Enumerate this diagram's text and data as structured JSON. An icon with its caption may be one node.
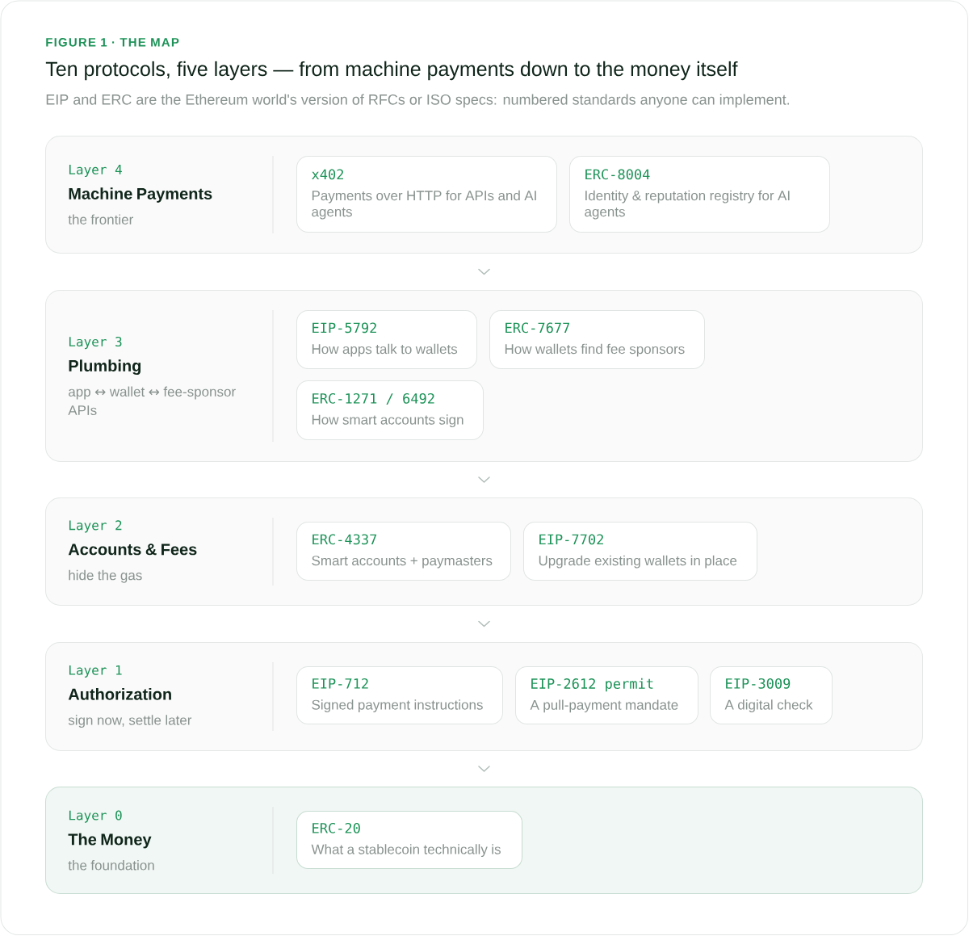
{
  "diagram": {
    "title": "Ten protocols, five layers — from machine payments down to the money itself",
    "caption": "EIP and ERC are the Ethereum world's version of RFCs or ISO specs: numbered standards anyone can implement.",
    "labels": [
      "FIGURE 1 · THE MAP"
    ],
    "nodes": [
      {
        "text": [
          "Layer 4",
          "Machine Payments",
          "the frontier"
        ]
      },
      {
        "text": [
          "x402",
          "Payments over HTTP for APIs and AI agents"
        ],
        "in": 0
      },
      {
        "text": [
          "ERC-8004",
          "Identity & reputation registry for AI agents"
        ],
        "in": 0
      },
      {
        "text": [
          "Layer 3",
          "Plumbing",
          "app ↔ wallet ↔ fee-sponsor APIs"
        ]
      },
      {
        "text": [
          "EIP-5792",
          "How apps talk to wallets"
        ],
        "in": 3
      },
      {
        "text": [
          "ERC-7677",
          "How wallets find fee sponsors"
        ],
        "in": 3
      },
      {
        "text": [
          "ERC-1271 / 6492",
          "How smart accounts sign"
        ],
        "in": 3
      },
      {
        "text": [
          "Layer 2",
          "Accounts & Fees",
          "hide the gas"
        ]
      },
      {
        "text": [
          "ERC-4337",
          "Smart accounts + paymasters"
        ],
        "in": 7
      },
      {
        "text": [
          "EIP-7702",
          "Upgrade existing wallets in place"
        ],
        "in": 7
      },
      {
        "text": [
          "Layer 1",
          "Authorization",
          "sign now, settle later"
        ]
      },
      {
        "text": [
          "EIP-712",
          "Signed payment instructions"
        ],
        "in": 10
      },
      {
        "text": [
          "EIP-2612 permit",
          "A pull-payment mandate"
        ],
        "in": 10
      },
      {
        "text": [
          "EIP-3009",
          "A digital check"
        ],
        "in": 10
      },
      {
        "text": [
          "Layer 0",
          "The Money",
          "the foundation"
        ]
      },
      {
        "text": [
          "ERC-20",
          "What a stablecoin technically is"
        ],
        "in": 14
      }
    ],
    "edges": [
      {
        "from": 0,
        "to": 3,
        "arrow": "to"
      },
      {
        "from": 3,
        "to": 7,
        "arrow": "to"
      },
      {
        "from": 7,
        "to": 10,
        "arrow": "to"
      },
      {
        "from": 10,
        "to": 14,
        "arrow": "to"
      }
    ]
  }
}
